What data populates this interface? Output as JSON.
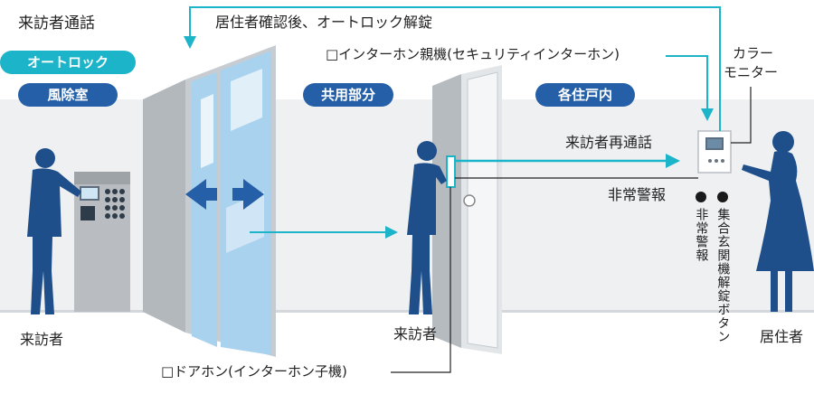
{
  "title": "来訪者通話",
  "zones": {
    "autolock": "オートロック",
    "vestibule": "風除室",
    "common": "共用部分",
    "unit": "各住戸内"
  },
  "labels": {
    "unlock_after_confirm": "居住者確認後、オートロック解錠",
    "master_unit": "□インターホン親機(セキュリティインターホン)",
    "color_monitor_line1": "カラー",
    "color_monitor_line2": "モニター",
    "revisit_call": "来訪者再通話",
    "emergency_alarm": "非常警報",
    "visitor_left": "来訪者",
    "visitor_mid": "来訪者",
    "resident": "居住者",
    "doorphone": "□ドアホン(インターホン子機)",
    "v_emergency": "非常警報",
    "v_unlock_button": "集合玄関機解錠ボタン"
  },
  "colors": {
    "cyan": "#1cb4c9",
    "navy": "#245fa8",
    "figure": "#1f4f8a",
    "wall": "#eef0f2",
    "glass": "#a9d2ee"
  }
}
